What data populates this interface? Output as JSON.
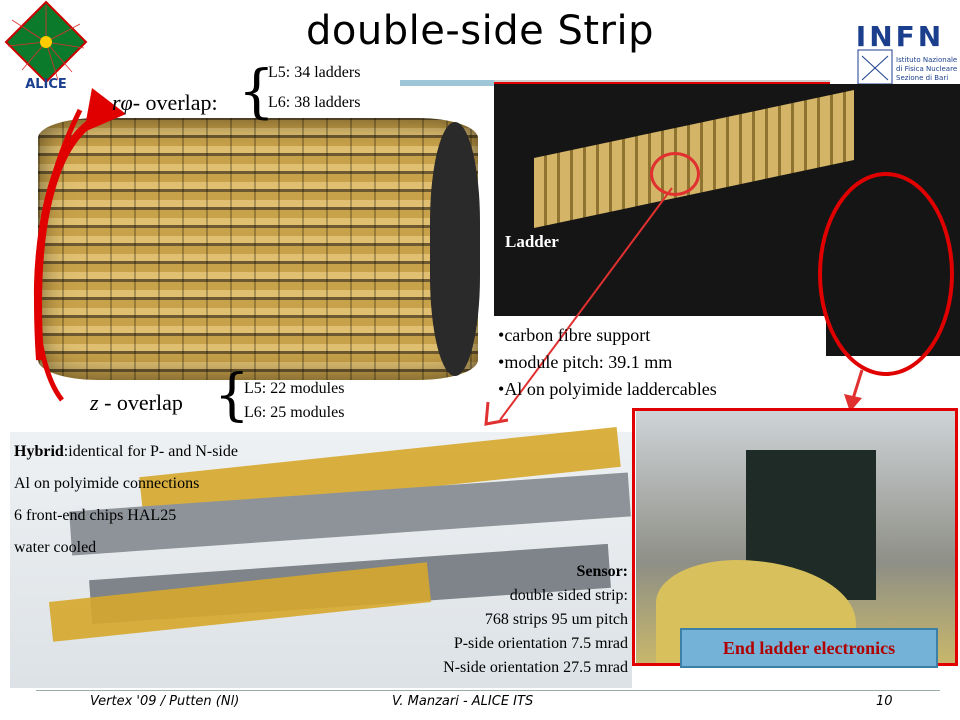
{
  "title": "double-side Strip",
  "logos": {
    "alice_text": "ALICE",
    "infn_text": "INFN",
    "infn_sub1": "Istituto Nazionale",
    "infn_sub2": "di Fisica Nucleare",
    "infn_sub3": "Sezione di Bari"
  },
  "rphi": {
    "label_sym": "rφ",
    "label_rest": "- overlap:",
    "l5": "L5: 34 ladders",
    "l6": "L6: 38 ladders"
  },
  "z": {
    "label_sym": "z",
    "label_rest": " - overlap",
    "l5": "L5: 22 modules",
    "l6": "L6: 25 modules"
  },
  "ladder_label": "Ladder",
  "ladder_bullets": [
    "carbon fibre support",
    "module pitch: 39.1 mm",
    "Al on polyimide laddercables"
  ],
  "hybrid": {
    "line1_bold": "Hybrid",
    "line1_rest": ":identical  for P- and N-side",
    "line2": "Al on polyimide connections",
    "line3": "6 front-end chips HAL25",
    "line4": "water cooled"
  },
  "sensor": {
    "head": "Sensor:",
    "line1": "double sided strip:",
    "line2": "768 strips 95 um pitch",
    "line3": "P-side orientation 7.5 mrad",
    "line4": "N-side orientation 27.5 mrad"
  },
  "end_ladder": "End ladder electronics",
  "footer": {
    "left": "Vertex '09 / Putten (Nl)",
    "center": "V. Manzari - ALICE ITS",
    "page": "10"
  },
  "colors": {
    "accent_red": "#e00000",
    "label_box": "#74b3d7",
    "label_text": "#b00000"
  }
}
